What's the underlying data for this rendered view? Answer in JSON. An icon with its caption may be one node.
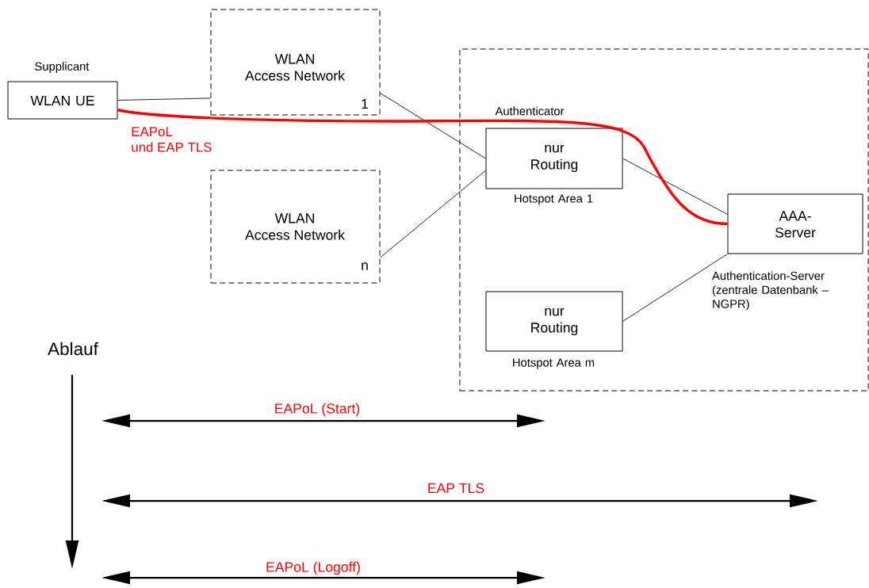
{
  "diagram": {
    "nodes": [
      {
        "text": [
          "WLAN UE"
        ],
        "beside": [
          "Supplicant"
        ]
      },
      {
        "text": [
          "WLAN Access Network",
          "1"
        ]
      },
      {
        "text": [
          "WLAN Access Network",
          "n"
        ]
      },
      {
        "text": [],
        "shape": "box"
      },
      {
        "text": [
          "nur Routing"
        ],
        "beside": [
          "Authenticator",
          "Hotspot Area 1"
        ],
        "in": 3
      },
      {
        "text": [
          "AAA-Server"
        ],
        "beside": [
          "Authentication-Server (zentrale Datenbank – NGPR)"
        ],
        "in": 3
      },
      {
        "text": [
          "nur Routing"
        ],
        "beside": [
          "Hotspot Area m"
        ],
        "in": 3
      }
    ],
    "edges": [
      {
        "from": 0,
        "to": 1,
        "arrow": "none"
      },
      {
        "from": 1,
        "to": 4,
        "arrow": "none"
      },
      {
        "from": 2,
        "to": 4,
        "arrow": "none"
      },
      {
        "from": 4,
        "to": 5,
        "arrow": "none"
      },
      {
        "from": 6,
        "to": 5,
        "arrow": "none"
      },
      {
        "from": 0,
        "to": 5,
        "arrow": "none",
        "label": "EAPoL und EAP TLS",
        "style": "thick",
        "color": "#ff0000"
      }
    ],
    "labels": [
      "Ablauf",
      "EAPoL (Start)",
      "EAP TLS",
      "EAPoL (Logoff)"
    ]
  }
}
